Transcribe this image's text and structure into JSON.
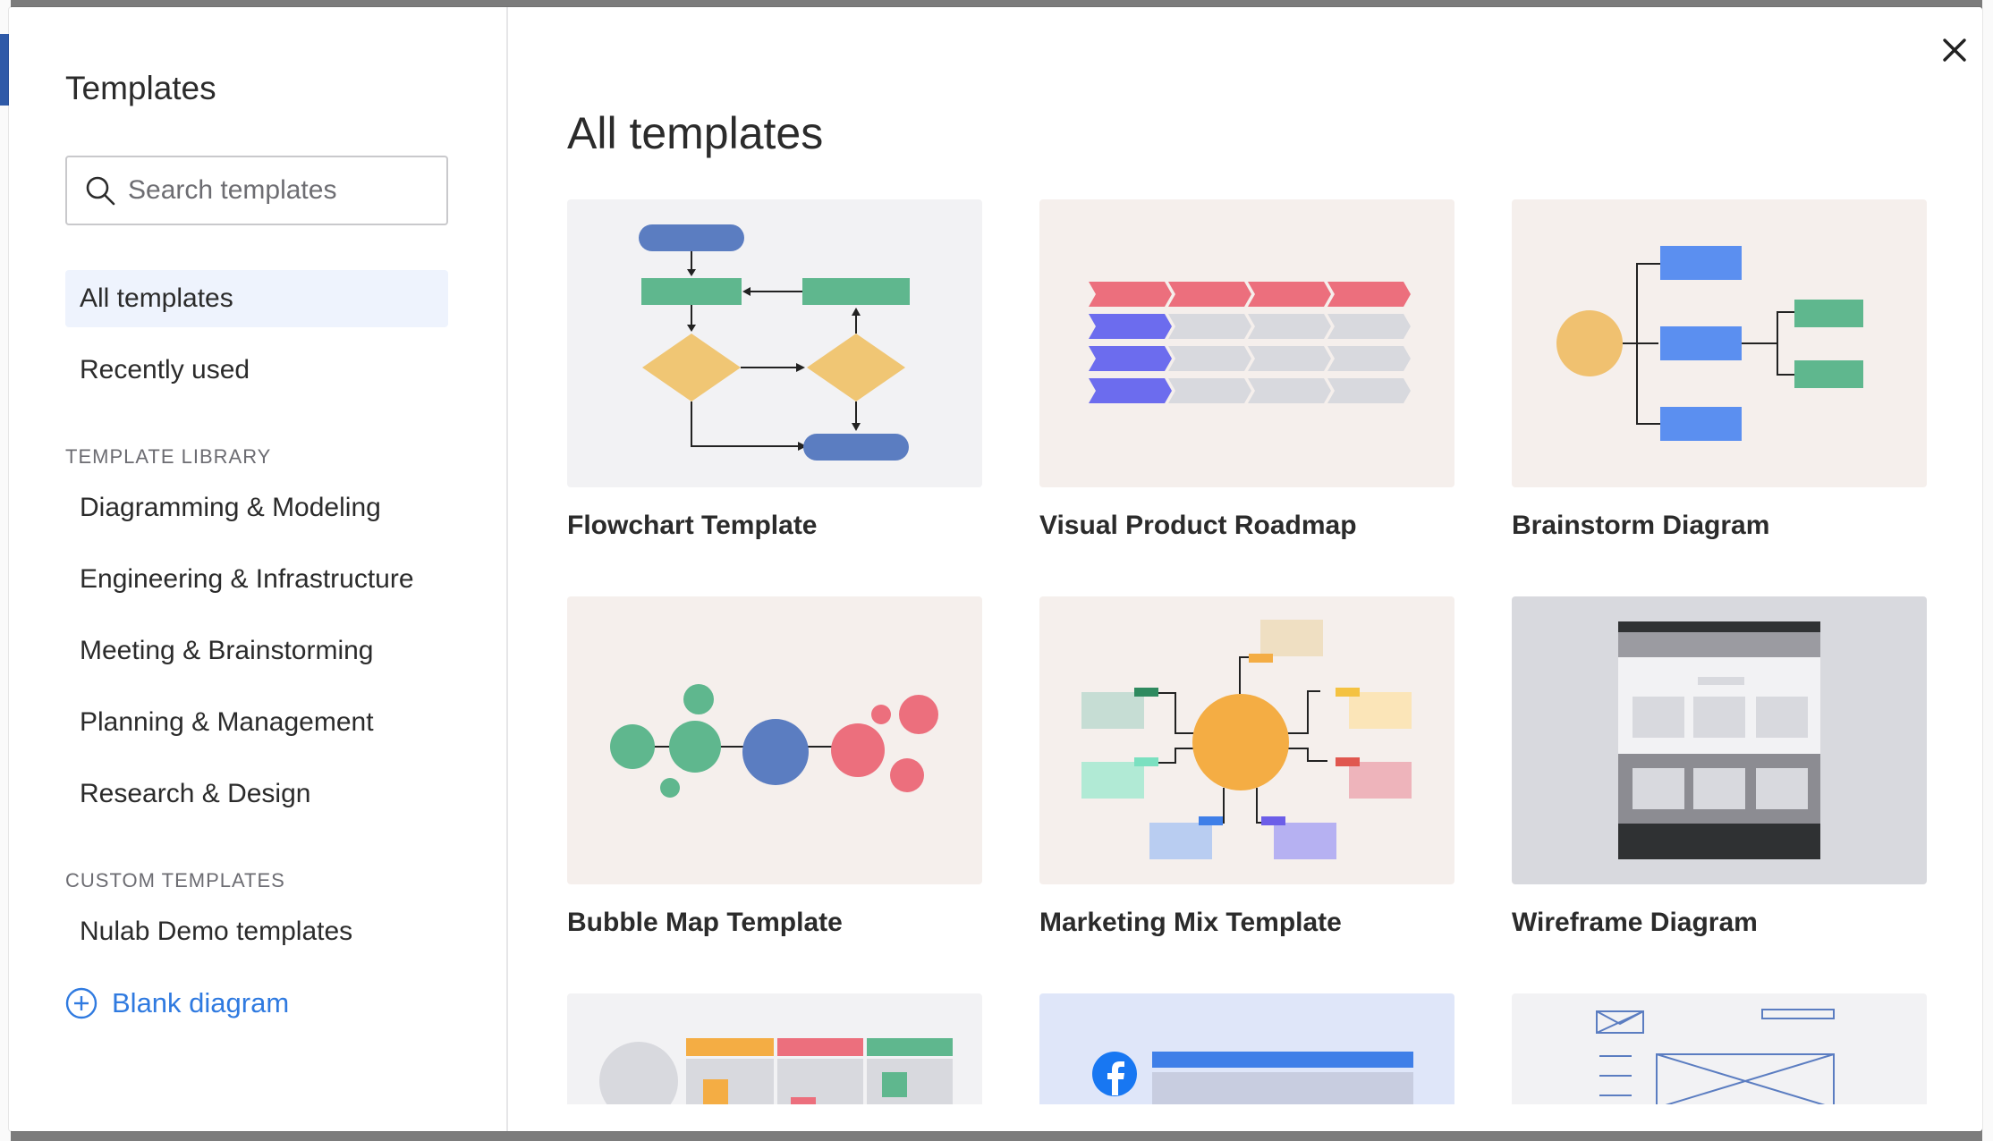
{
  "sidebar": {
    "title": "Templates",
    "search_placeholder": "Search templates",
    "items": [
      {
        "label": "All templates",
        "active": true
      },
      {
        "label": "Recently used",
        "active": false
      }
    ],
    "template_library_label": "TEMPLATE LIBRARY",
    "library_items": [
      {
        "label": "Diagramming & Modeling"
      },
      {
        "label": "Engineering & Infrastructure"
      },
      {
        "label": "Meeting & Brainstorming"
      },
      {
        "label": "Planning & Management"
      },
      {
        "label": "Research & Design"
      }
    ],
    "custom_templates_label": "CUSTOM TEMPLATES",
    "custom_items": [
      {
        "label": "Nulab Demo templates"
      }
    ],
    "blank_diagram_label": "Blank diagram"
  },
  "main": {
    "title": "All templates",
    "close_icon": "close-icon",
    "templates": [
      {
        "label": "Flowchart Template"
      },
      {
        "label": "Visual Product Roadmap"
      },
      {
        "label": "Brainstorm Diagram"
      },
      {
        "label": "Bubble Map Template"
      },
      {
        "label": "Marketing Mix Template"
      },
      {
        "label": "Wireframe Diagram"
      }
    ]
  },
  "colors": {
    "accent": "#2f7ae0",
    "active_nav_bg": "#eef3fd"
  }
}
